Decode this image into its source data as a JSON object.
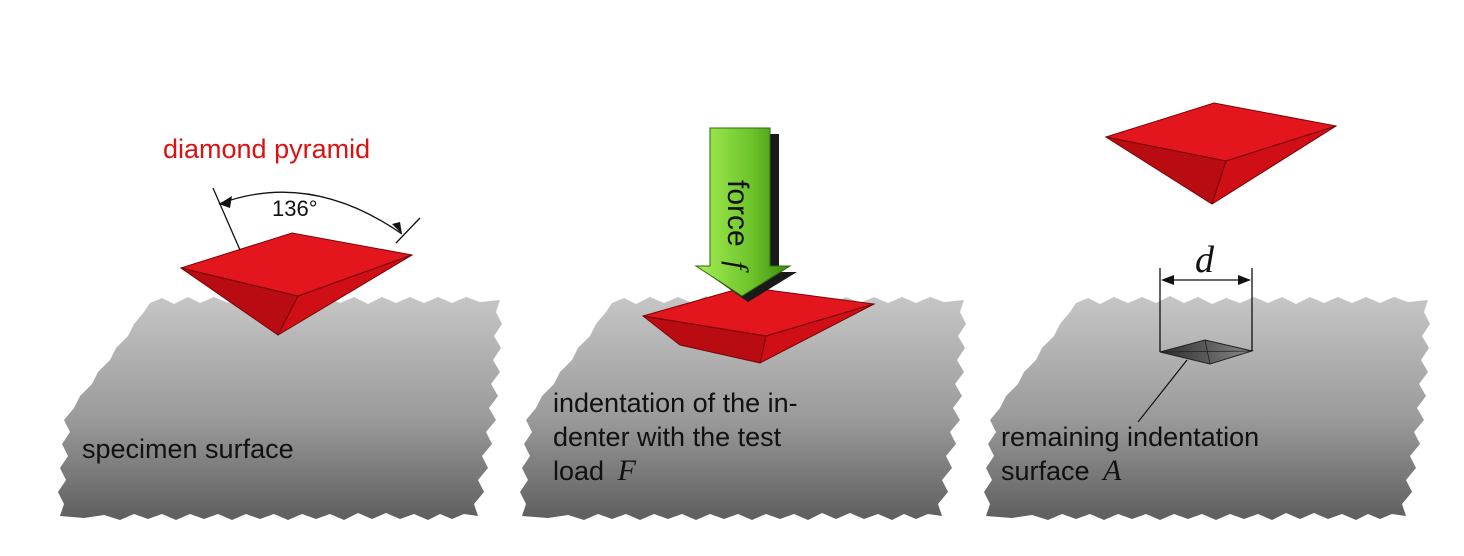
{
  "colors": {
    "diamond_top": "#e0141c",
    "diamond_side": "#a80a10",
    "diamond_front": "#c80c14",
    "label_red": "#dd1111",
    "surface_light": "#c8c8c8",
    "surface_dark": "#6a6a6a",
    "arrow_light": "#9be84a",
    "arrow_dark": "#3f8f12"
  },
  "panel1": {
    "pyramid_label": "diamond pyramid",
    "angle_label": "136°",
    "surface_label": "specimen surface"
  },
  "panel2": {
    "force_word": "force",
    "force_symbol": "f",
    "caption_line1": "indentation of the in-",
    "caption_line2": "denter with the test",
    "caption_line3_prefix": "load",
    "caption_line3_symbol": "F"
  },
  "panel3": {
    "diagonal_symbol": "d",
    "caption_line1": "remaining indentation",
    "caption_line2_prefix": "surface",
    "caption_line2_symbol": "A"
  }
}
